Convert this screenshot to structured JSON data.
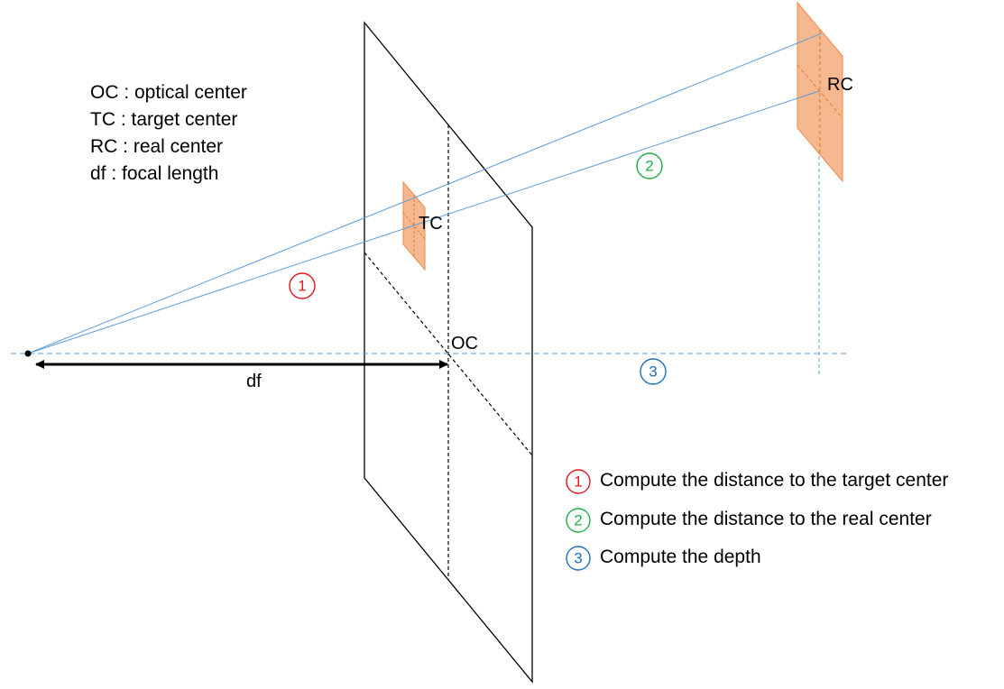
{
  "definitions": [
    "OC : optical center",
    "TC : target center",
    "RC : real center",
    "df : focal length"
  ],
  "points": {
    "optical_center": "OC",
    "target_center": "TC",
    "real_center": "RC",
    "focal_length": "df"
  },
  "steps": [
    {
      "number": "1",
      "color": "#e8141c",
      "text": "Compute the distance to the target center"
    },
    {
      "number": "2",
      "color": "#1fae4b",
      "text": "Compute the distance to the real center"
    },
    {
      "number": "3",
      "color": "#1b6fb8",
      "text": "Compute the depth"
    }
  ],
  "colors": {
    "ray": "#5b9bd5",
    "target_fill": "#f4b183",
    "target_stroke": "#ed7d31",
    "plane_stroke": "#000000"
  }
}
